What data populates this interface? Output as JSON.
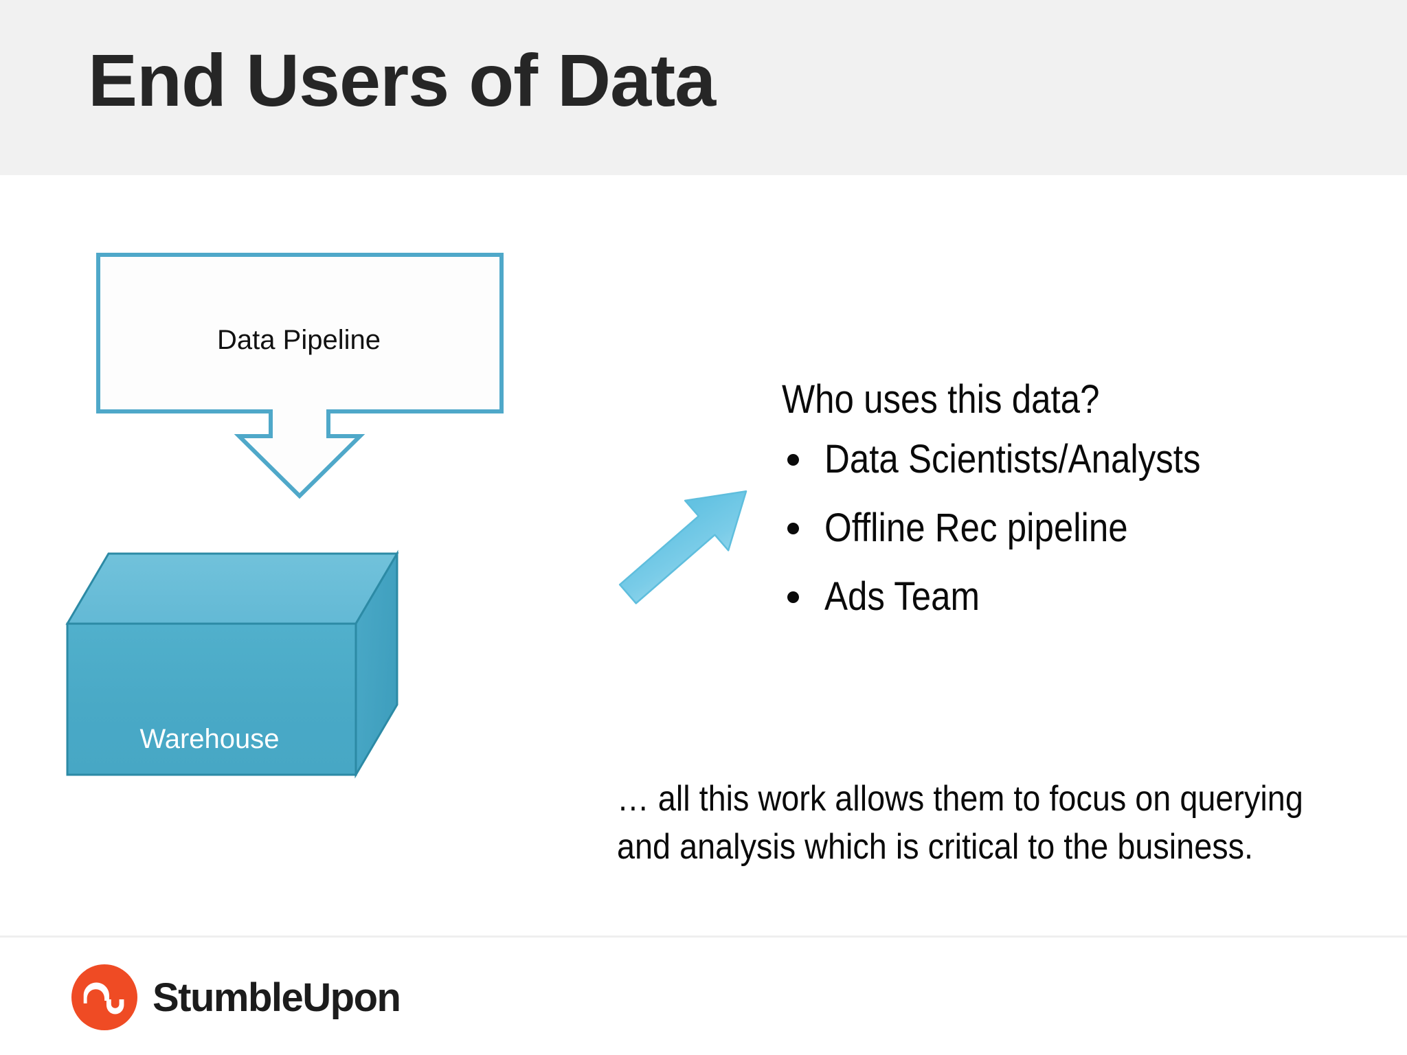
{
  "slide": {
    "title": "End Users of Data",
    "background_color": "#ffffff",
    "header_band_color": "#f1f1f1"
  },
  "diagram": {
    "pipeline_callout": {
      "label": "Data Pipeline",
      "shape": "down-arrow-callout",
      "outline_color": "#4FA8C9",
      "fill_color": "#ffffff"
    },
    "warehouse_box": {
      "label": "Warehouse",
      "shape": "3d-cube",
      "front_face_color": "#4BABC8",
      "top_face_color": "#6BBDD8",
      "side_face_color": "#45A5C3",
      "edge_color": "#2A8099",
      "label_color": "#ffffff"
    },
    "flow_arrow": {
      "shape": "diagonal-arrow-up-right",
      "fill_color": "#79CDE8",
      "edge_color": "#4FA8C9"
    }
  },
  "content": {
    "question": "Who uses this data?",
    "bullets": [
      "Data Scientists/Analysts",
      "Offline Rec pipeline",
      "Ads Team"
    ],
    "closing_note_lines": [
      "… all this work allows them to focus on querying",
      "and analysis which is critical to the business."
    ]
  },
  "footer": {
    "brand_name": "StumbleUpon",
    "logo_icon": "stumbleupon-su-logo-icon",
    "logo_color": "#EF4B24",
    "wordmark_color": "#1c1c1c"
  }
}
